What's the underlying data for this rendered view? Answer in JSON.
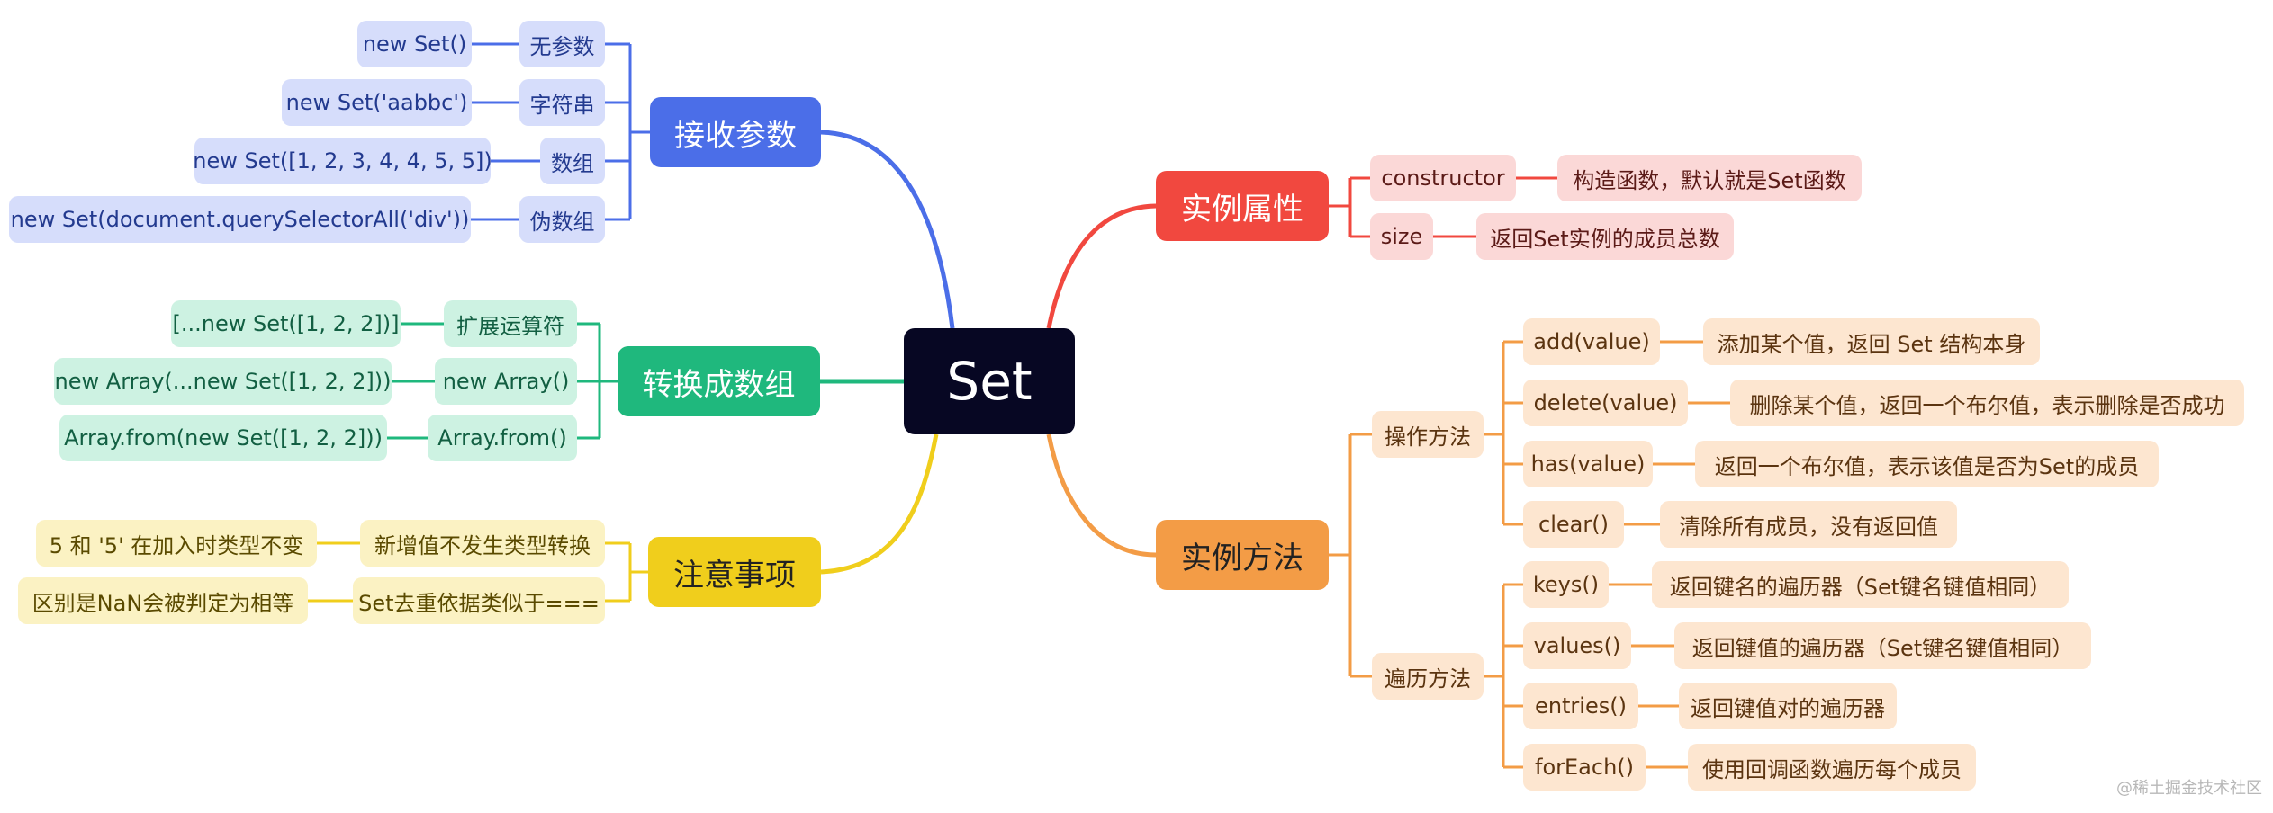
{
  "root": {
    "label": "Set"
  },
  "receive_params": {
    "label": "接收参数",
    "items": [
      {
        "category": "无参数",
        "example": "new Set()"
      },
      {
        "category": "字符串",
        "example": "new Set('aabbc')"
      },
      {
        "category": "数组",
        "example": "new Set([1, 2, 3, 4, 4, 5, 5])"
      },
      {
        "category": "伪数组",
        "example": "new Set(document.querySelectorAll('div'))"
      }
    ]
  },
  "to_array": {
    "label": "转换成数组",
    "items": [
      {
        "method": "扩展运算符",
        "example": "[...new Set([1, 2, 2])]"
      },
      {
        "method": "new Array()",
        "example": "new Array(...new Set([1, 2, 2]))"
      },
      {
        "method": "Array.from()",
        "example": "Array.from(new Set([1, 2, 2]))"
      }
    ]
  },
  "notes": {
    "label": "注意事项",
    "items": [
      {
        "rule": "新增值不发生类型转换",
        "detail": "5 和 '5' 在加入时类型不变"
      },
      {
        "rule": "Set去重依据类似于===",
        "detail": "区别是NaN会被判定为相等"
      }
    ]
  },
  "instance_props": {
    "label": "实例属性",
    "items": [
      {
        "name": "constructor",
        "desc": "构造函数，默认就是Set函数"
      },
      {
        "name": "size",
        "desc": "返回Set实例的成员总数"
      }
    ]
  },
  "instance_methods": {
    "label": "实例方法",
    "groups": [
      {
        "label": "操作方法",
        "items": [
          {
            "name": "add(value)",
            "desc": "添加某个值，返回 Set 结构本身"
          },
          {
            "name": "delete(value)",
            "desc": "删除某个值，返回一个布尔值，表示删除是否成功"
          },
          {
            "name": "has(value)",
            "desc": "返回一个布尔值，表示该值是否为Set的成员"
          },
          {
            "name": "clear()",
            "desc": "清除所有成员，没有返回值"
          }
        ]
      },
      {
        "label": "遍历方法",
        "items": [
          {
            "name": "keys()",
            "desc": "返回键名的遍历器（Set键名键值相同）"
          },
          {
            "name": "values()",
            "desc": "返回键值的遍历器（Set键名键值相同）"
          },
          {
            "name": "entries()",
            "desc": "返回键值对的遍历器"
          },
          {
            "name": "forEach()",
            "desc": "使用回调函数遍历每个成员"
          }
        ]
      }
    ]
  },
  "watermark": "@稀土掘金技术社区",
  "colors": {
    "root": "#070723",
    "blue": "#4b6ee8",
    "green": "#1fb87d",
    "yellow": "#f0ce1c",
    "red": "#f1483f",
    "orange": "#f39c46"
  }
}
